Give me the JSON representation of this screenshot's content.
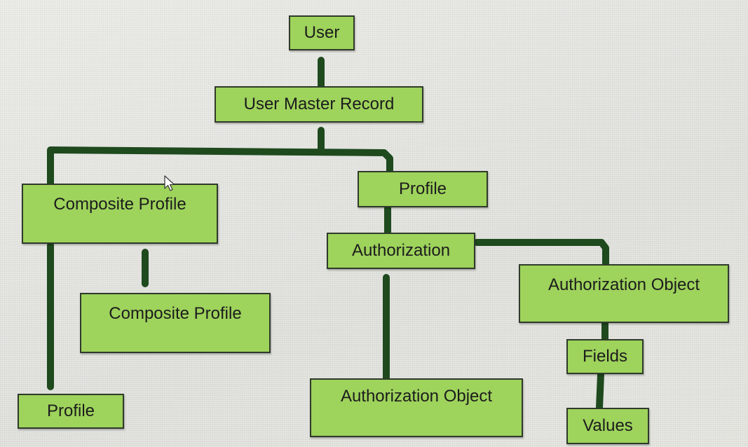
{
  "diagram": {
    "nodes": {
      "user": "User",
      "user_master_record": "User Master Record",
      "composite_profile": "Composite Profile",
      "profile": "Profile",
      "authorization": "Authorization",
      "composite_profile_child": "Composite Profile",
      "authorization_object_right": "Authorization Object",
      "fields": "Fields",
      "profile_child": "Profile",
      "authorization_object_bottom": "Authorization Object",
      "values": "Values"
    },
    "colors": {
      "node_fill": "#9ed35c",
      "node_border": "#2f3a2a",
      "connector": "#1e4a1e",
      "background": "#e4e4df"
    },
    "cursor_icon": "arrow-cursor-icon"
  }
}
